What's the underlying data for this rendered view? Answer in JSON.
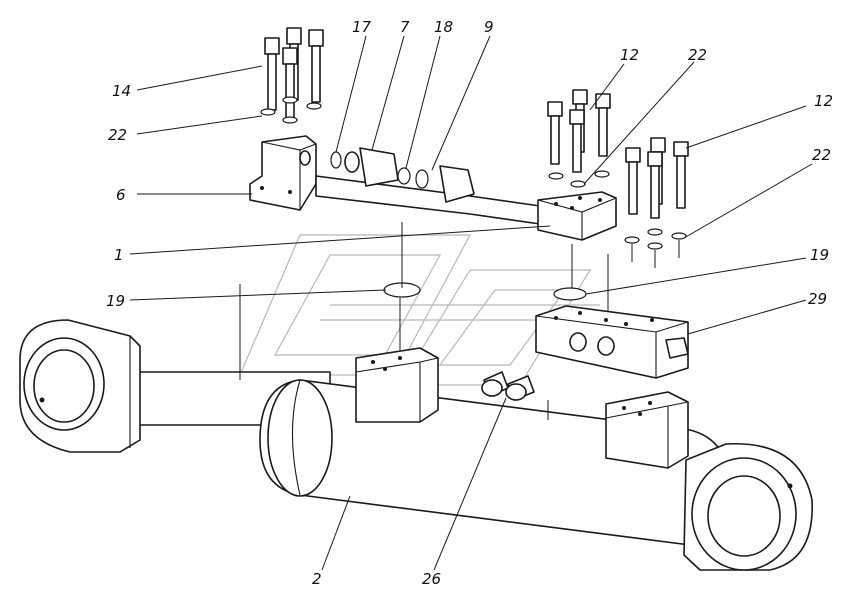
{
  "diagram": {
    "callouts": {
      "c14": "14",
      "c22_top_left": "22",
      "c6": "6",
      "c17": "17",
      "c7": "7",
      "c18": "18",
      "c9": "9",
      "c12_mid": "12",
      "c22_mid": "22",
      "c12_right": "12",
      "c22_right": "22",
      "c1": "1",
      "c19_left": "19",
      "c19_right": "19",
      "c29": "29",
      "c2": "2",
      "c26": "26"
    }
  }
}
